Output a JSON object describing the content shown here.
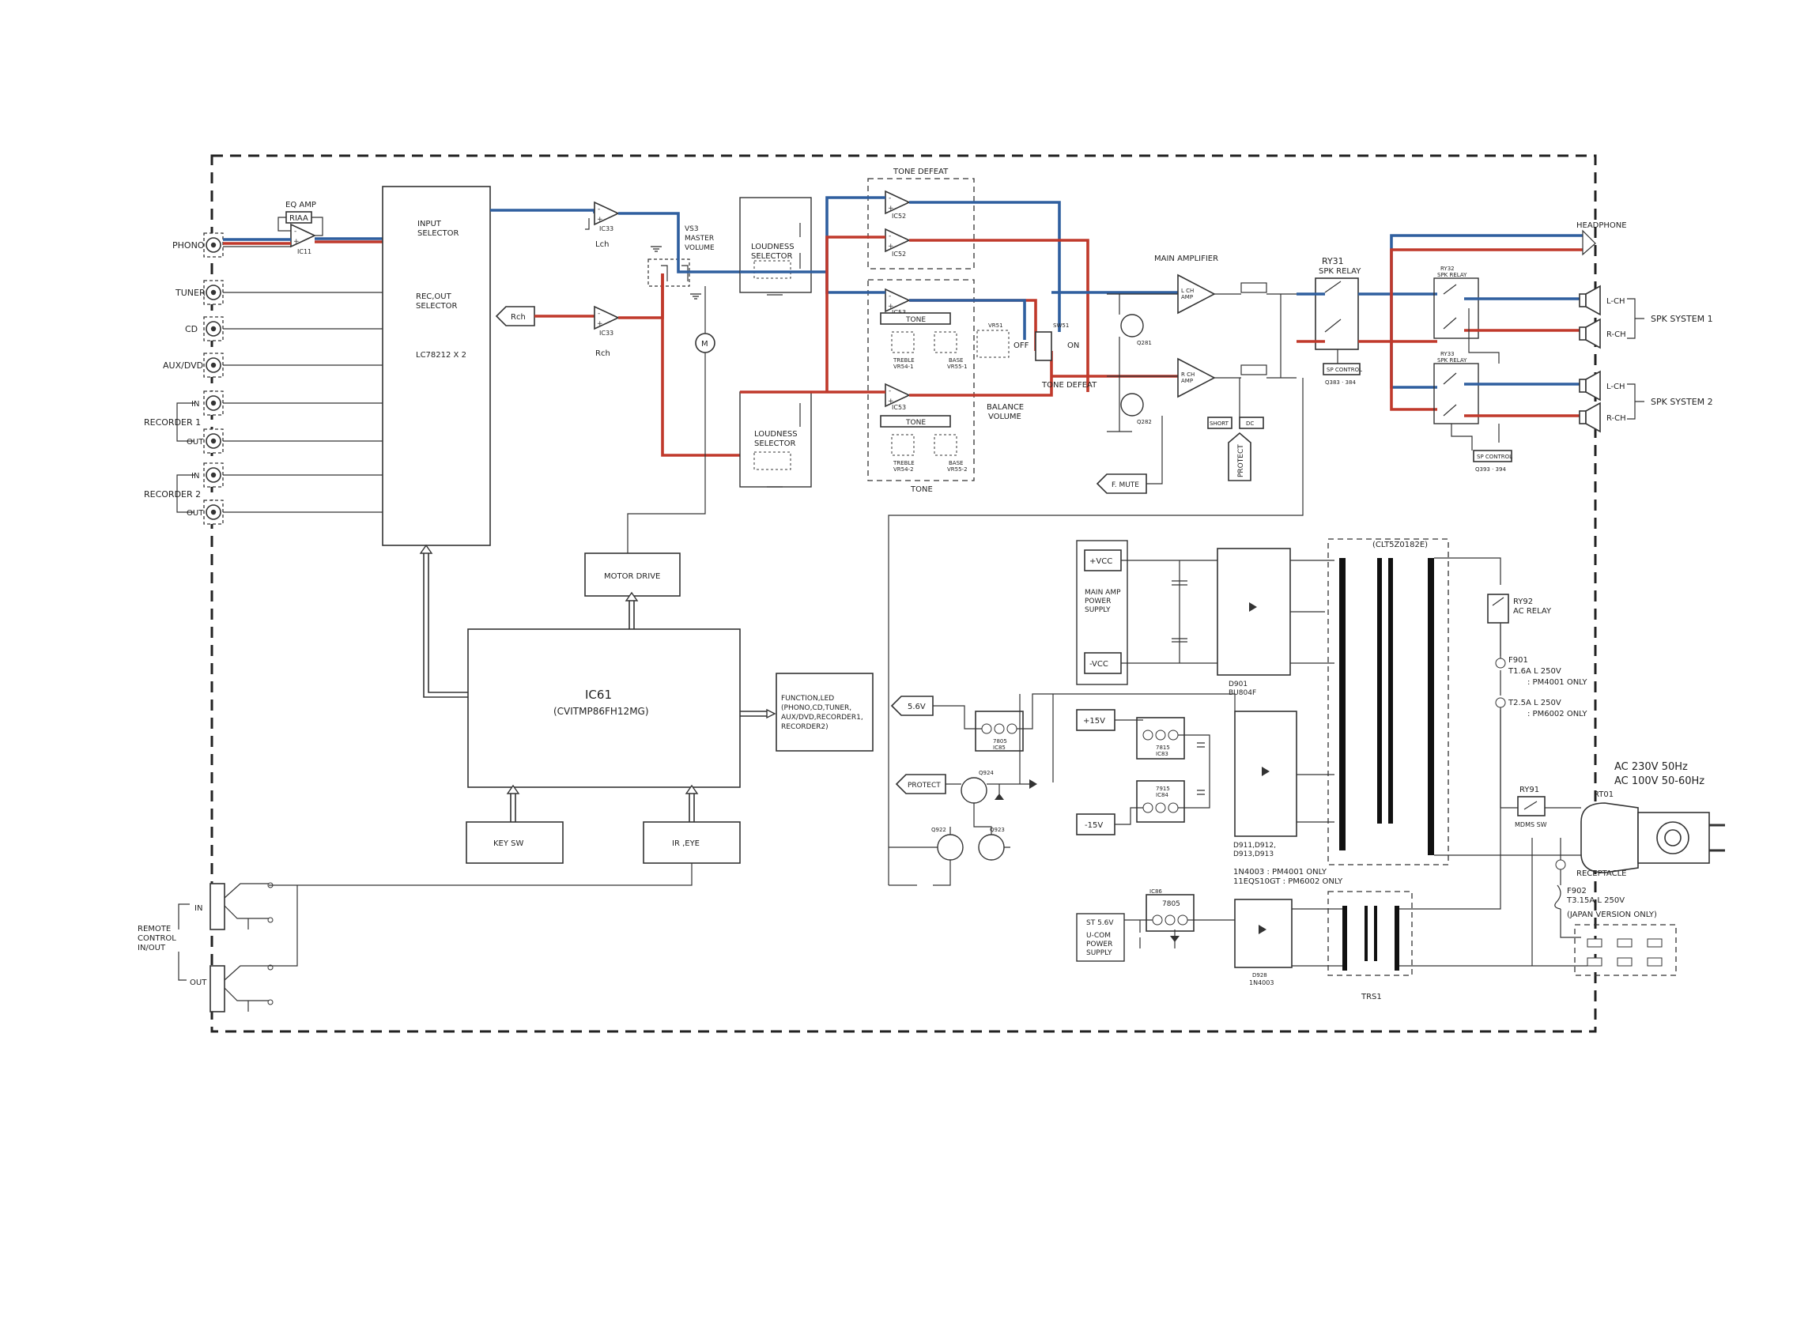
{
  "inputs": {
    "phono": "PHONO",
    "tuner": "TUNER",
    "cd": "CD",
    "aux": "AUX/DVD",
    "recorder1": "RECORDER 1",
    "recorder2": "RECORDER 2",
    "in": "IN",
    "out": "OUT"
  },
  "eq": {
    "title": "EQ AMP",
    "riaa": "RIAA",
    "ic": "IC11"
  },
  "selector": {
    "input": [
      "INPUT",
      "SELECTOR"
    ],
    "recout": [
      "REC,OUT",
      "SELECTOR"
    ],
    "chip": "LC78212 X 2"
  },
  "ic33_top": "IC33",
  "lch": "Lch",
  "rch": "Rch",
  "rch_tag": "Rch",
  "ic33_bot": "IC33",
  "master_volume": {
    "id": "VS3",
    "l1": "MASTER",
    "l2": "VOLUME"
  },
  "motor": "M",
  "loudness": {
    "l1": "LOUDNESS",
    "l2": "SELECTOR"
  },
  "tone_defeat_label": "TONE DEFEAT",
  "ic52a": "IC52",
  "ic52b": "IC52",
  "ic53a": "IC53",
  "ic53b": "IC53",
  "tone": "TONE",
  "treble1": [
    "TREBLE",
    "VR54-1"
  ],
  "base1": [
    "BASE",
    "VR55-1"
  ],
  "treble2": [
    "TREBLE",
    "VR54-2"
  ],
  "base2": [
    "BASE",
    "VR55-2"
  ],
  "tone_bottom": "TONE",
  "vr51": "VR51",
  "balance": [
    "BALANCE",
    "VOLUME"
  ],
  "sw51": "SW51",
  "off": "OFF",
  "on": "ON",
  "tone_defeat2": "TONE DEFEAT",
  "main_amp": "MAIN AMPLIFIER",
  "lch_amp": [
    "L CH",
    "AMP"
  ],
  "rch_amp": [
    "R CH",
    "AMP"
  ],
  "q281": "Q281",
  "q282": "Q282",
  "short": "SHORT",
  "dc": "DC",
  "protect_v": "PROTECT",
  "fmute": "F. MUTE",
  "ry31": [
    "RY31",
    "SPK RELAY"
  ],
  "sp_control1": [
    "SP CONTROL",
    "Q383 · 384"
  ],
  "ry32": [
    "RY32",
    "SPK RELAY"
  ],
  "ry33": [
    "RY33",
    "SPK RELAY"
  ],
  "sp_control2": [
    "SP CONTROL",
    "Q393 · 394"
  ],
  "headphone": "HEADPHONE",
  "lch_out": "L-CH",
  "rch_out": "R-CH",
  "spk1": "SPK SYSTEM 1",
  "spk2": "SPK SYSTEM 2",
  "motor_drive": "MOTOR DRIVE",
  "ic61": [
    "IC61",
    "(CVITMP86FH12MG)"
  ],
  "function_led": [
    "FUNCTION,LED",
    "(PHONO,CD,TUNER,",
    "AUX/DVD,RECORDER1,",
    "RECORDER2)"
  ],
  "key_sw": "KEY SW",
  "ir_eye": "IR ,EYE",
  "remote": [
    "REMOTE",
    "CONTROL",
    "IN/OUT"
  ],
  "psu": {
    "pvcc": "+VCC",
    "nvcc": "-VCC",
    "main": [
      "MAIN AMP",
      "POWER",
      "SUPPLY"
    ],
    "d901": [
      "D901",
      "BU804F"
    ],
    "v56": "5.6V",
    "ic85": [
      "7805",
      "IC85"
    ],
    "p15": "+15V",
    "ic83": [
      "7815",
      "IC83"
    ],
    "m15": "-15V",
    "ic84": [
      "7915",
      "IC84"
    ],
    "d911": [
      "D911,D912,",
      "D913,D913"
    ],
    "diode_note": [
      "1N4003    : PM4001 ONLY",
      "11EQS10GT : PM6002 ONLY"
    ],
    "protect": "PROTECT",
    "q924": "Q924",
    "q922": "Q922",
    "q923": "Q923",
    "st56": "ST 5.6V",
    "ucom": [
      "U-COM",
      "POWER",
      "SUPPLY"
    ],
    "ic86": [
      "IC86",
      "7805"
    ],
    "d928": [
      "D928",
      "1N4003"
    ],
    "trs1": "TRS1",
    "clt": "(CLT5Z0182E)"
  },
  "ac": {
    "ry92": [
      "RY92",
      "AC RELAY"
    ],
    "f901": [
      "F901",
      "T1.6A  L  250V",
      ": PM4001 ONLY",
      "T2.5A  L  250V",
      ": PM6002 ONLY"
    ],
    "voltage": [
      "AC 230V 50Hz",
      "AC 100V 50-60Hz"
    ],
    "ry91": "RY91",
    "mdms": "MDMS SW",
    "rt01": "RT01",
    "receptacle": "RECEPTACLE",
    "f902": [
      "F902",
      "T3.15A  L  250V",
      "(JAPAN VERSION ONLY)"
    ]
  }
}
